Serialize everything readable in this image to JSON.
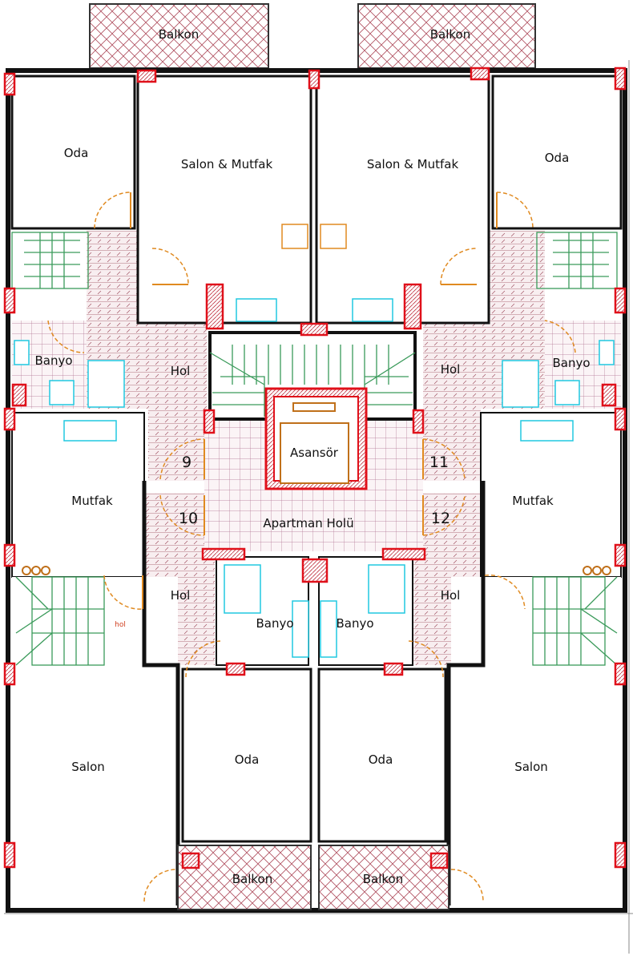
{
  "title": "Floor plan",
  "rooms": {
    "balkon_top_left": "Balkon",
    "balkon_top_right": "Balkon",
    "oda_top_left": "Oda",
    "salon_mutfak_left": "Salon & Mutfak",
    "salon_mutfak_right": "Salon & Mutfak",
    "oda_top_right": "Oda",
    "banyo_upper_left": "Banyo",
    "hol_upper_left": "Hol",
    "hol_upper_right": "Hol",
    "banyo_upper_right": "Banyo",
    "asansor": "Asansör",
    "apartman_holu": "Apartman Holü",
    "mutfak_left": "Mutfak",
    "mutfak_right": "Mutfak",
    "hol_lower_left": "Hol",
    "hol_lower_right": "Hol",
    "hol_small_note": "hol",
    "banyo_lower_left": "Banyo",
    "banyo_lower_right": "Banyo",
    "salon_left": "Salon",
    "oda_lower_left": "Oda",
    "oda_lower_right": "Oda",
    "salon_right": "Salon",
    "balkon_bottom_left": "Balkon",
    "balkon_bottom_right": "Balkon"
  },
  "door_numbers": [
    "9",
    "10",
    "11",
    "12"
  ],
  "colors": {
    "wall": "#111111",
    "column": "#e0101a",
    "stair": "#3a9a5a",
    "fixture": "#20c8e0",
    "door": "#e08a20",
    "hatch": "#b05060"
  }
}
